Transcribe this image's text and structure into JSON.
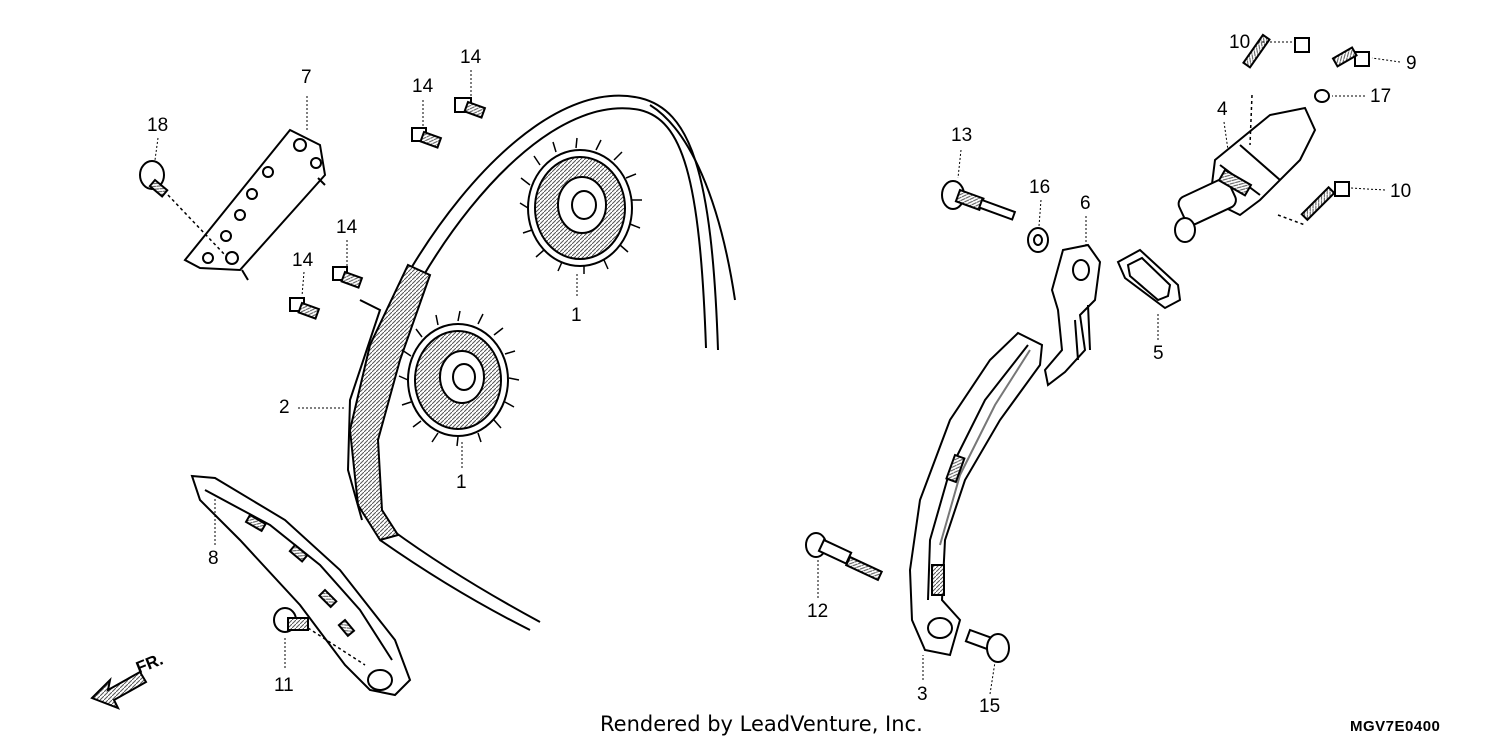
{
  "diagram": {
    "callouts": [
      {
        "id": "c1a",
        "label": "1"
      },
      {
        "id": "c1b",
        "label": "1"
      },
      {
        "id": "c2",
        "label": "2"
      },
      {
        "id": "c3",
        "label": "3"
      },
      {
        "id": "c4",
        "label": "4"
      },
      {
        "id": "c5",
        "label": "5"
      },
      {
        "id": "c6",
        "label": "6"
      },
      {
        "id": "c7",
        "label": "7"
      },
      {
        "id": "c8",
        "label": "8"
      },
      {
        "id": "c9",
        "label": "9"
      },
      {
        "id": "c10a",
        "label": "10"
      },
      {
        "id": "c10b",
        "label": "10"
      },
      {
        "id": "c11",
        "label": "11"
      },
      {
        "id": "c12",
        "label": "12"
      },
      {
        "id": "c13",
        "label": "13"
      },
      {
        "id": "c14a",
        "label": "14"
      },
      {
        "id": "c14b",
        "label": "14"
      },
      {
        "id": "c14c",
        "label": "14"
      },
      {
        "id": "c14d",
        "label": "14"
      },
      {
        "id": "c15",
        "label": "15"
      },
      {
        "id": "c16",
        "label": "16"
      },
      {
        "id": "c17",
        "label": "17"
      },
      {
        "id": "c18",
        "label": "18"
      }
    ],
    "front_label": "FR.",
    "footer": "Rendered by LeadVenture, Inc.",
    "diagram_code": "MGV7E0400"
  },
  "colors": {
    "line": "#000000",
    "background": "#ffffff",
    "shade": "#9a9a9a"
  }
}
